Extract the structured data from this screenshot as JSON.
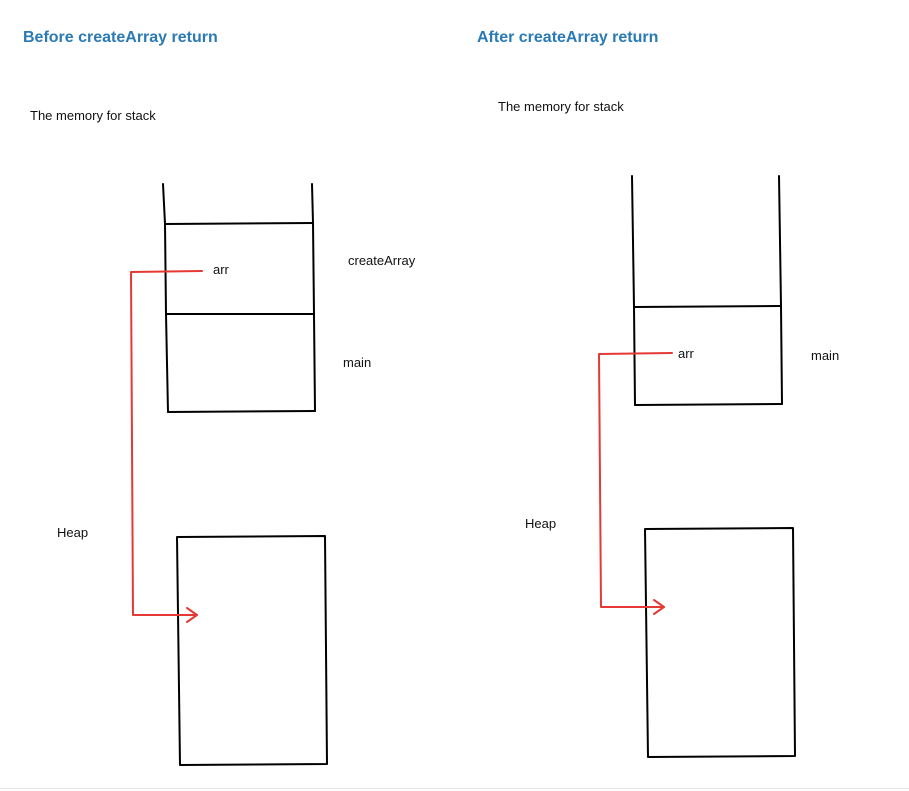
{
  "before": {
    "heading": "Before createArray return",
    "stack_caption": "The memory for stack",
    "frames": [
      {
        "name": "createArray",
        "variable": "arr"
      },
      {
        "name": "main"
      }
    ],
    "heap_label": "Heap"
  },
  "after": {
    "heading": "After createArray return",
    "stack_caption": "The memory for stack",
    "frames": [
      {
        "name": "main",
        "variable": "arr"
      }
    ],
    "heap_label": "Heap"
  },
  "colors": {
    "heading": "#2a7ab5",
    "pointer": "#e53935",
    "stroke": "#000000"
  }
}
